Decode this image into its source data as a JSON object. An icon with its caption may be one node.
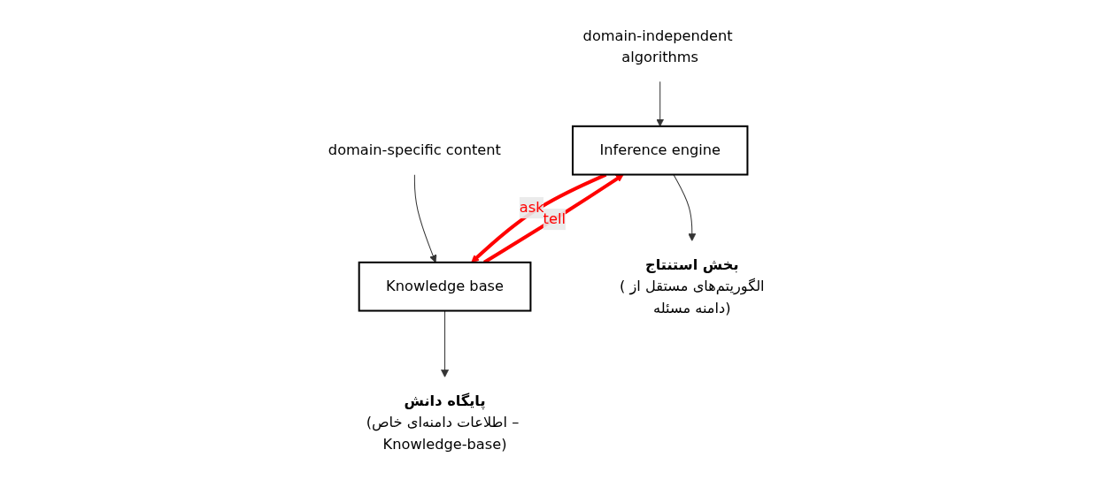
{
  "diagram": {
    "nodes": [
      {
        "text": [
          "Inference engine"
        ]
      },
      {
        "text": [
          "Knowledge base"
        ]
      },
      {
        "text": [
          "بخش استنتاج",
          "(الگوریتم‌های مستقل از دامنه مسئله)"
        ]
      },
      {
        "text": [
          "پایگاه دانش",
          "(اطلاعات دامنه‌ای خاص – Knowledge-base)"
        ]
      },
      {
        "text": [
          "domain-independent algorithms"
        ]
      },
      {
        "text": [
          "domain-specific content"
        ]
      }
    ],
    "edges": [
      {
        "from": 0,
        "to": 2,
        "arrow": "to"
      },
      {
        "from": 1,
        "to": 3,
        "arrow": "to"
      },
      {
        "from": 4,
        "to": 0,
        "arrow": "to"
      },
      {
        "from": 5,
        "to": 1,
        "arrow": "to"
      },
      {
        "from": 1,
        "to": 0,
        "arrow": "to",
        "label": "tell",
        "style": "thick",
        "color": "#ff0000"
      },
      {
        "from": 0,
        "to": 1,
        "arrow": "to",
        "label": "ask",
        "style": "thick",
        "color": "#ff0000"
      }
    ]
  }
}
